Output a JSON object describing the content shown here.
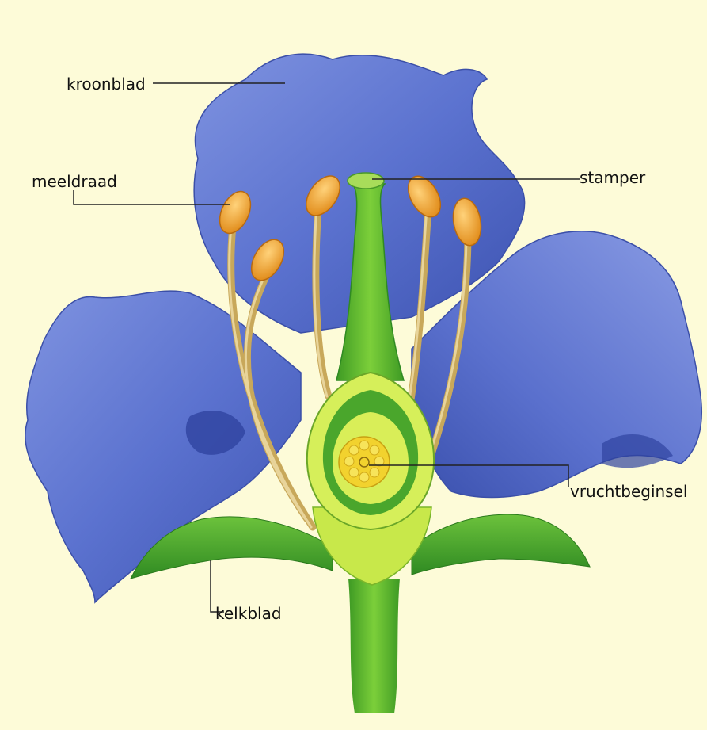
{
  "labels": {
    "kroonblad": "kroonblad",
    "meeldraad": "meeldraad",
    "stamper": "stamper",
    "vruchtbeginsel": "vruchtbeginsel",
    "kelkblad": "kelkblad"
  },
  "colors": {
    "background": "#fdfbd8",
    "petal": "#5b72cf",
    "sepal": "#3fa82e",
    "pistil": "#56b33a",
    "anther": "#f0a030",
    "filament": "#c8a85a",
    "ovary_inner": "#f2d22e"
  }
}
